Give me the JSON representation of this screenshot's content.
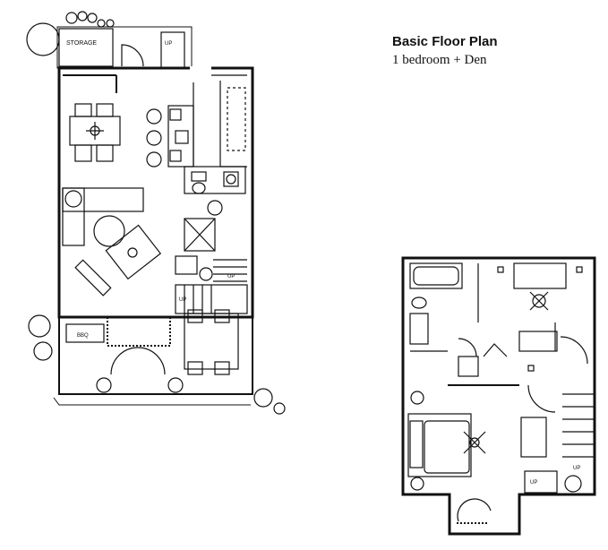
{
  "heading": {
    "title": "Basic Floor Plan",
    "subtitle": "1 bedroom + Den"
  },
  "main_floor": {
    "storage_label": "STORAGE",
    "bbq_label": "BBQ",
    "up_labels": [
      "UP",
      "UP",
      "UP"
    ]
  },
  "upper_floor": {
    "up_labels": [
      "UP",
      "UP"
    ]
  },
  "colors": {
    "line": "#111111",
    "background": "#ffffff"
  }
}
